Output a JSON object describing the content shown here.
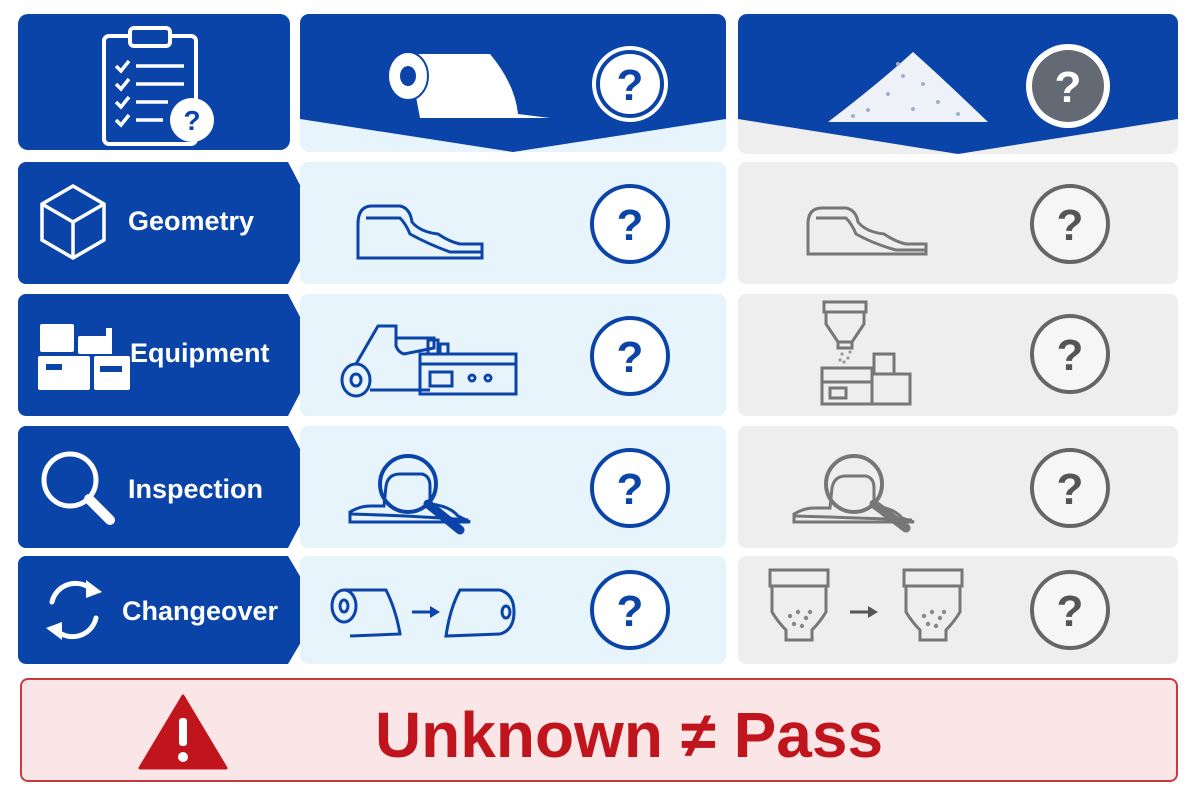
{
  "colors": {
    "brand_blue": "#0b44a8",
    "light_blue_bg": "#e7f4fb",
    "gray_bg": "#eeeeee",
    "gray_icon": "#666666",
    "alert_red": "#c0151c",
    "alert_bg": "#fbe6e7"
  },
  "header": {
    "corner_icon": "clipboard-checklist-question-icon",
    "columns": [
      {
        "icon": "paper-roll-icon",
        "status_icon": "question-icon"
      },
      {
        "icon": "powder-pile-icon",
        "status_icon": "question-icon"
      }
    ]
  },
  "rows": [
    {
      "label": "Geometry",
      "icon": "cube-icon",
      "col1_icon": "part-profile-icon",
      "col2_icon": "part-profile-icon"
    },
    {
      "label": "Equipment",
      "icon": "machine-icon",
      "col1_icon": "roll-fed-machine-icon",
      "col2_icon": "hopper-machine-icon"
    },
    {
      "label": "Inspection",
      "icon": "magnifier-icon",
      "col1_icon": "inspect-part-icon",
      "col2_icon": "inspect-part-icon"
    },
    {
      "label": "Changeover",
      "icon": "cycle-arrows-icon",
      "col1_icon": "roll-to-roll-icon",
      "col2_icon": "hopper-to-hopper-icon"
    }
  ],
  "banner": {
    "icon": "warning-icon",
    "text": "Unknown ≠ Pass"
  }
}
